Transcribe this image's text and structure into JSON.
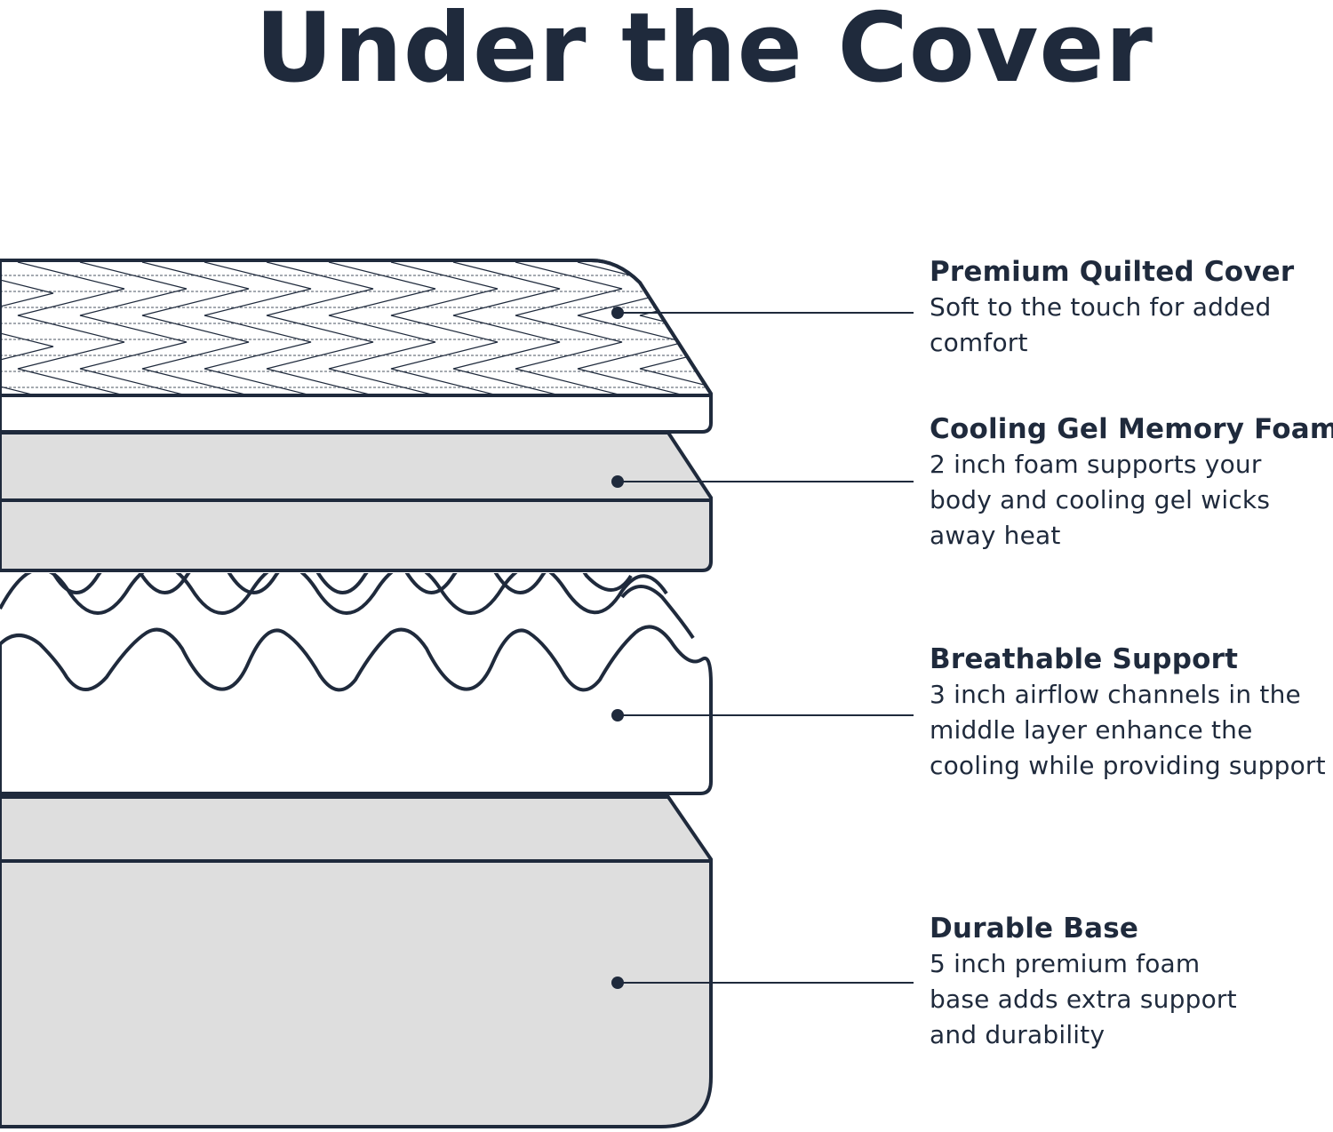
{
  "title": "Under the Cover",
  "colors": {
    "ink": "#1f2a3c",
    "foam_gray": "#dedede",
    "background": "#ffffff"
  },
  "layers": [
    {
      "heading": "Premium Quilted Cover",
      "description": "Soft to the touch for added comfort"
    },
    {
      "heading": "Cooling Gel Memory Foam",
      "description": "2 inch foam supports your body and cooling gel wicks away heat"
    },
    {
      "heading": "Breathable Support",
      "description": "3 inch airflow channels in the middle layer enhance the cooling while providing support"
    },
    {
      "heading": "Durable Base",
      "description": "5 inch premium foam base adds extra support and durability"
    }
  ]
}
